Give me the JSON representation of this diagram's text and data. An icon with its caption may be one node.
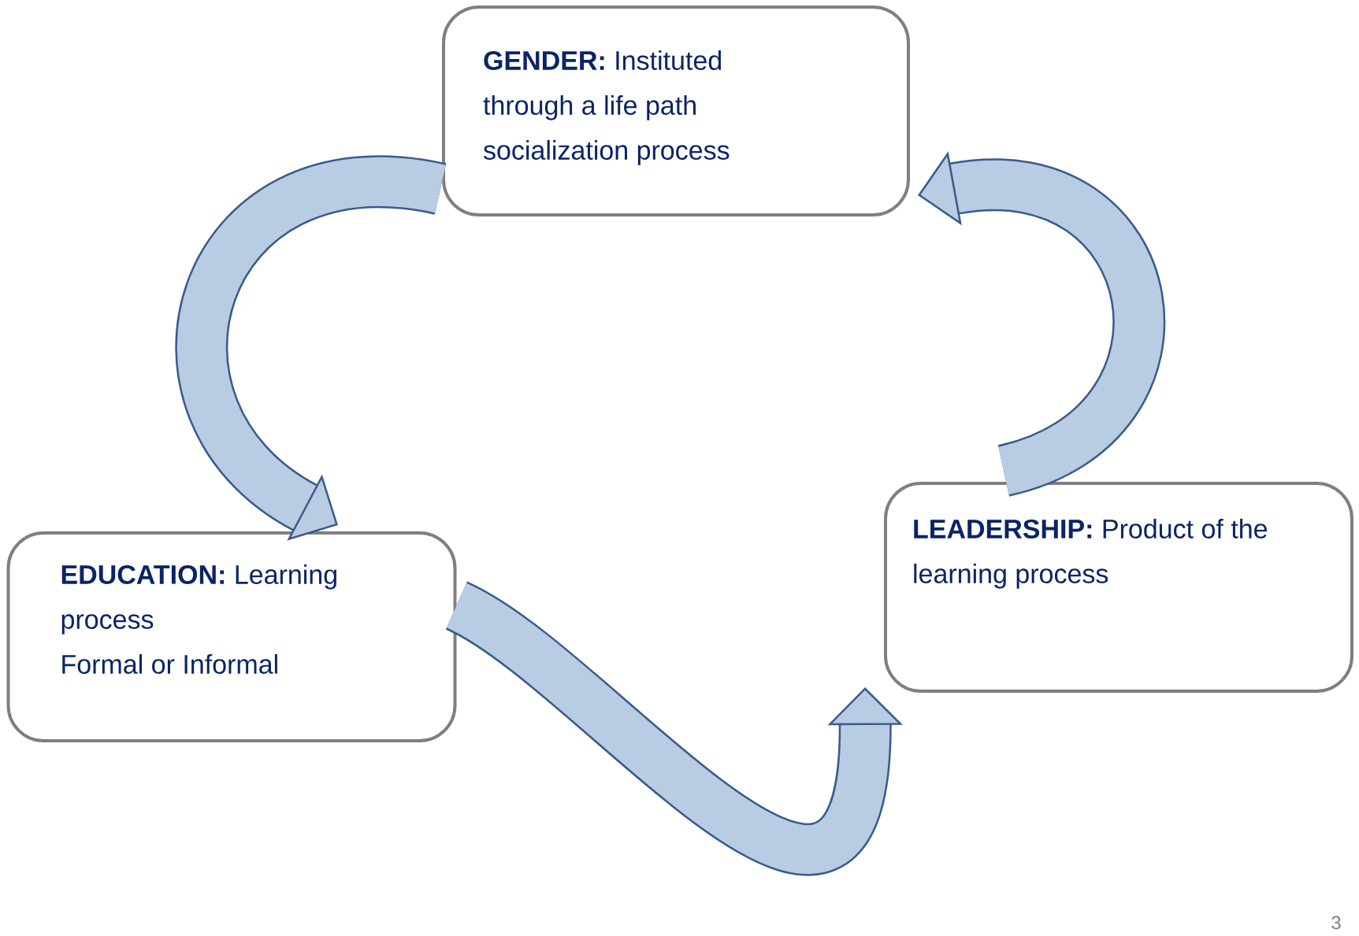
{
  "diagram": {
    "nodes": [
      {
        "text": [
          "**GENDER:** Instituted through a life path socialization process"
        ]
      },
      {
        "text": [
          "**EDUCATION:** Learning process",
          "Formal or Informal"
        ]
      },
      {
        "text": [
          "**LEADERSHIP:** Product of the learning process"
        ]
      }
    ],
    "edges": [
      {
        "from": 0,
        "to": 1,
        "arrow": "to"
      },
      {
        "from": 1,
        "to": 2,
        "arrow": "to"
      },
      {
        "from": 2,
        "to": 0,
        "arrow": "to"
      }
    ],
    "labels": [
      "3"
    ]
  }
}
